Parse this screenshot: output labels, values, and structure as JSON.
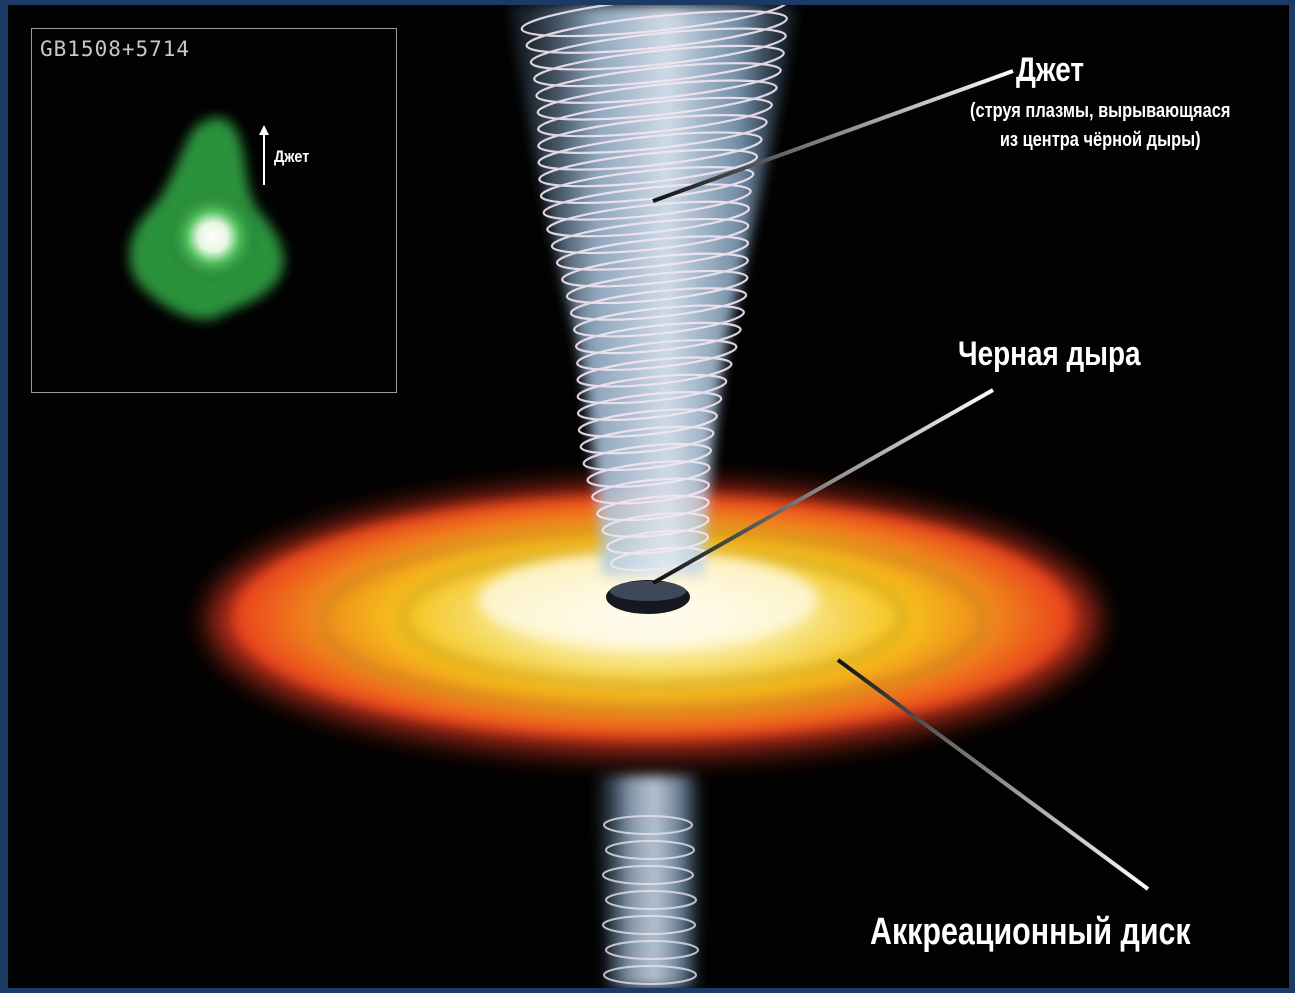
{
  "inset": {
    "object_id": "GB1508+5714",
    "jet_label": "Джет"
  },
  "labels": {
    "jet_title": "Джет",
    "jet_description_line1": "(струя плазмы, вырывающяася",
    "jet_description_line2": "из центра чёрной дыры)",
    "black_hole": "Черная дыра",
    "accretion_disk": "Аккреационный диск"
  },
  "colors": {
    "frame_border": "#1b3a66",
    "background": "#020202",
    "disk_outer": "#e8401a",
    "disk_mid": "#f5c21c",
    "disk_inner": "#fff6d0",
    "jet": "#bcd3ea",
    "jet_rings": "#f3e6f2",
    "inset_glow": "#2f9a3f"
  }
}
